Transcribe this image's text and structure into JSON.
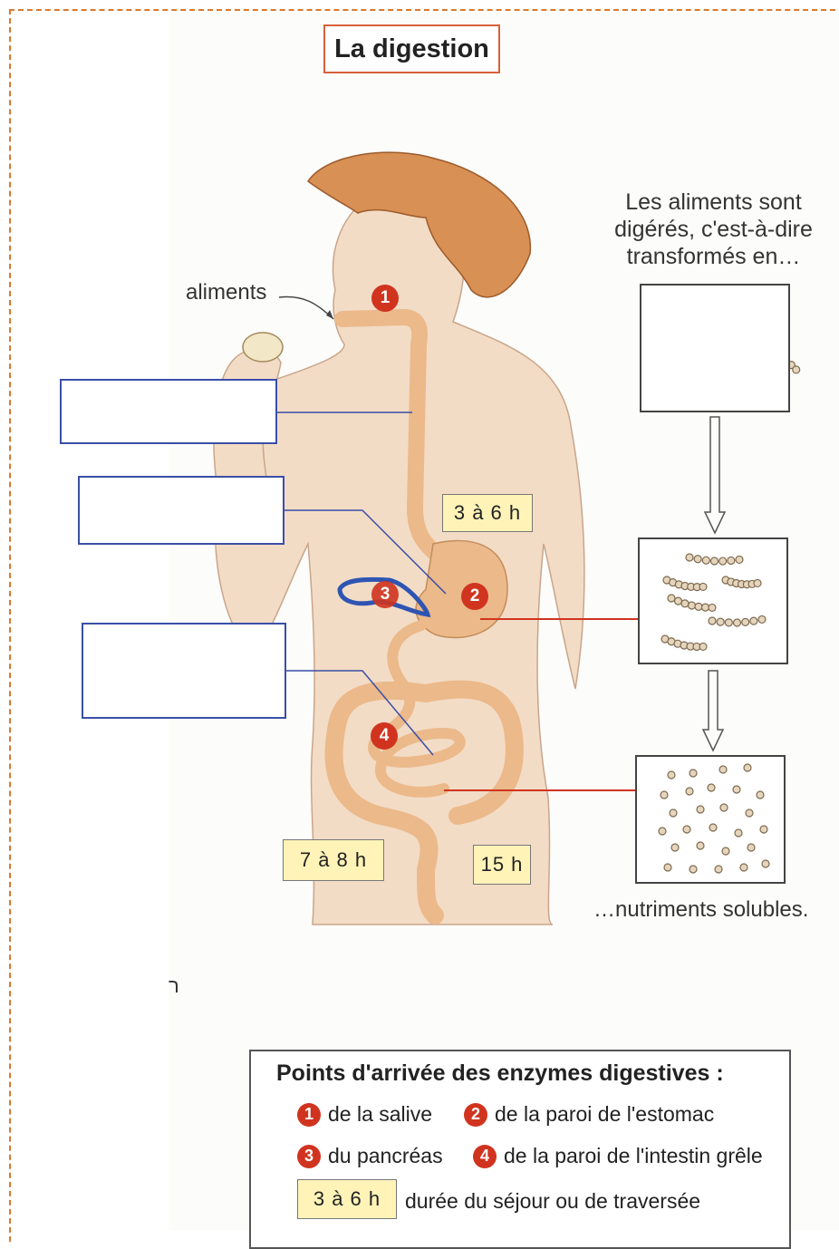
{
  "title": "La digestion",
  "labels": {
    "aliments": "aliments",
    "intro": "Les aliments sont digérés, c'est-à-dire transformés en…",
    "result": "…nutriments solubles.",
    "stray": "ר"
  },
  "durations": {
    "stomach": "3 à 6 h",
    "small_intestine": "7 à 8 h",
    "large_intestine": "15 h"
  },
  "markers": [
    "1",
    "2",
    "3",
    "4"
  ],
  "legend": {
    "title": "Points d'arrivée des enzymes digestives :",
    "items": [
      {
        "num": "1",
        "text": "de la salive"
      },
      {
        "num": "2",
        "text": "de la paroi de l'estomac"
      },
      {
        "num": "3",
        "text": "du pancréas"
      },
      {
        "num": "4",
        "text": "de la paroi de l'intestin grêle"
      }
    ],
    "duration_sample": "3 à 6 h",
    "duration_text": "durée du séjour ou de traversée"
  },
  "colors": {
    "frame": "#d9782d",
    "skin": "#f3dcc6",
    "tract": "#ebb98a",
    "marker": "#d0341f",
    "answer_box": "#3a4fa6",
    "duration_fill": "#fff3b8",
    "link_red": "#d0341f"
  }
}
